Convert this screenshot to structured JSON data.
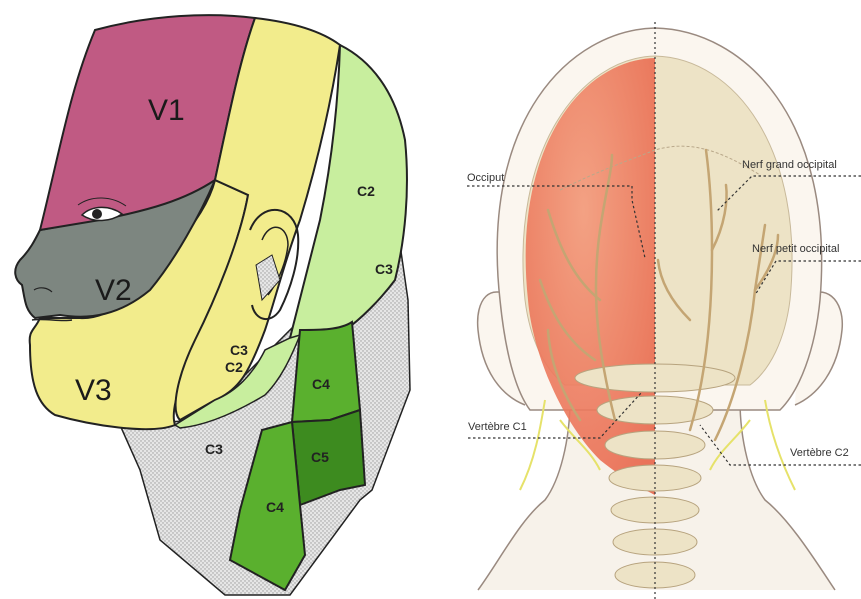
{
  "left_diagram": {
    "zones": [
      {
        "id": "v1",
        "label": "V1",
        "color": "#c05a83"
      },
      {
        "id": "v2",
        "label": "V2",
        "color": "#7d8680"
      },
      {
        "id": "v3",
        "label": "V3",
        "color": "#f2ec8c"
      },
      {
        "id": "c2-face",
        "label": "C2",
        "color": "#c8ee9e"
      },
      {
        "id": "c3-face",
        "label": "C3",
        "color": "#c8ee9e"
      },
      {
        "id": "c2-scalp",
        "label": "C2",
        "color": "#c8ee9e"
      },
      {
        "id": "c3-back",
        "label": "C3",
        "color": "#d9d9d9"
      },
      {
        "id": "c3-neck",
        "label": "C3",
        "color": "#d9d9d9"
      },
      {
        "id": "c4-back",
        "label": "C4",
        "color": "#5ab02e"
      },
      {
        "id": "c4-front",
        "label": "C4",
        "color": "#5ab02e"
      },
      {
        "id": "c5",
        "label": "C5",
        "color": "#3d8b1f"
      }
    ]
  },
  "right_diagram": {
    "labels": {
      "occiput": "Occiput",
      "nerf_grand": "Nerf grand occipital",
      "nerf_petit": "Nerf petit occipital",
      "vertebre_c1": "Vertèbre C1",
      "vertebre_c2": "Vertèbre C2"
    },
    "colors": {
      "scalp_red": "#ef7f5f",
      "bone": "#ede3c6",
      "nerve": "#e6e26a",
      "skin_outline": "#9a8a80"
    }
  }
}
